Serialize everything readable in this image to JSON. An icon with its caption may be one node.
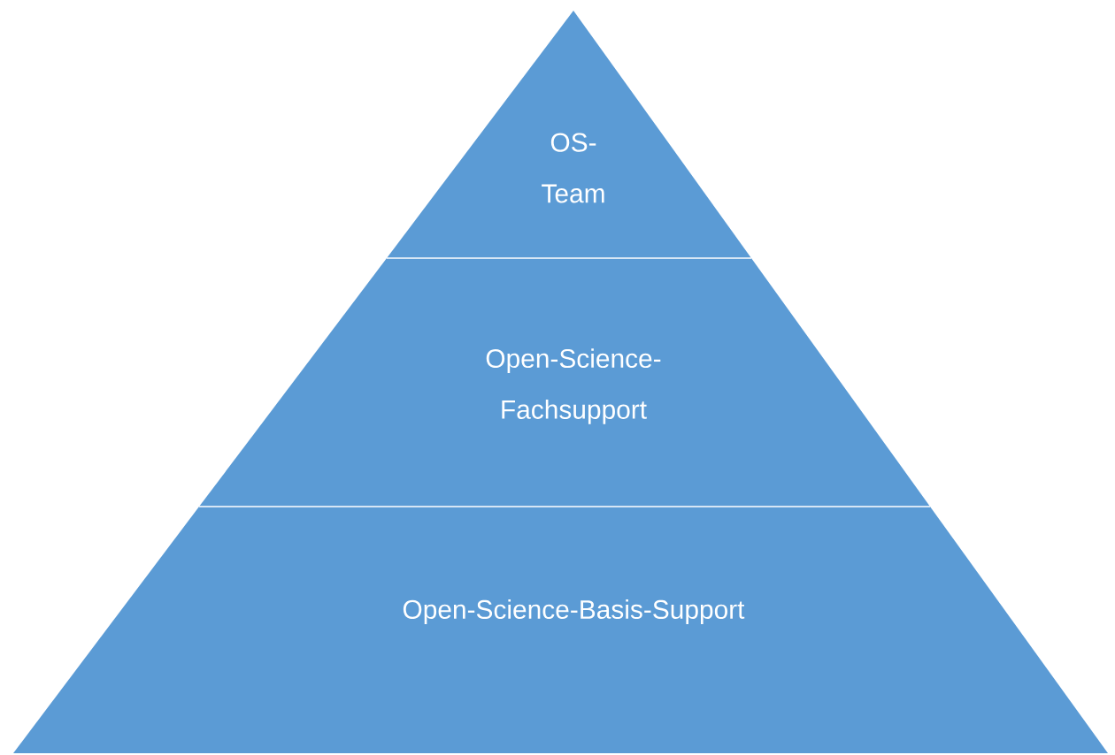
{
  "diagram": {
    "nodes": [
      {
        "text": [
          "OS- Team"
        ]
      },
      {
        "text": [
          "Open-Science- Fachsupport"
        ]
      },
      {
        "text": [
          "Open-Science-Basis-Support"
        ]
      }
    ]
  }
}
